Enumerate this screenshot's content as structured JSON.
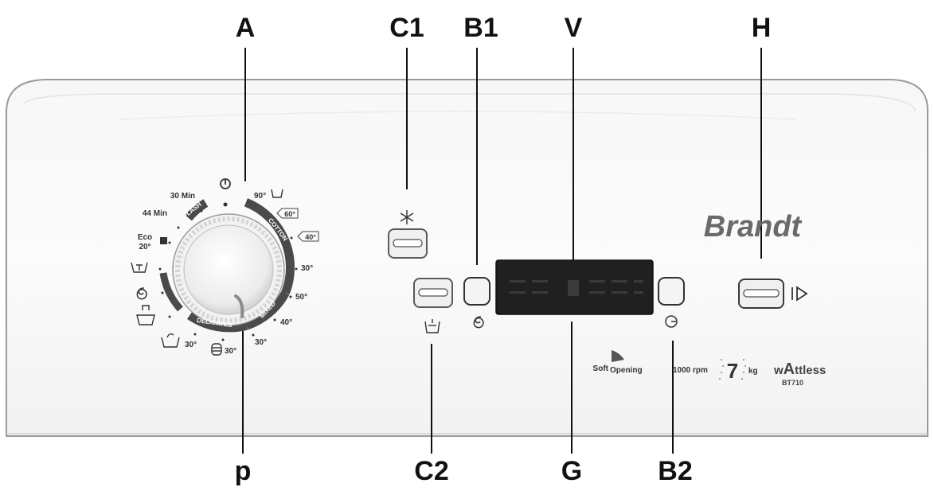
{
  "callouts": {
    "A": "A",
    "C1": "C1",
    "B1": "B1",
    "V": "V",
    "H": "H",
    "p": "p",
    "C2": "C2",
    "G": "G",
    "B2": "B2"
  },
  "dial": {
    "t_30min": "30 Min",
    "t_44min": "44 Min",
    "t_flash": "FLASH",
    "t_eco": "Eco",
    "t_20": "20°",
    "t_90": "90°",
    "t_60": "60°",
    "t_40a": "40°",
    "t_30a": "30°",
    "t_cotton": "COTTON",
    "t_50": "50°",
    "t_mixed": "MIXED",
    "t_40b": "40°",
    "t_30b": "30°",
    "t_delicates": "DELICATES",
    "t_30c": "30°",
    "t_30d": "30°"
  },
  "brand": {
    "logo": "Brandt",
    "soft": "Soft",
    "opening": "Opening",
    "rpm": "1000 rpm",
    "capacity": "7",
    "kg": "kg",
    "model_w": "w",
    "model_a": "A",
    "model_ttless": "ttless",
    "model_code": "BT710"
  },
  "icons": {
    "c1": "snowflake-icon",
    "c2": "prewash-tub-icon",
    "b1": "spin-spiral-icon",
    "b2": "delay-timer-icon",
    "h": "start-pause-icon"
  }
}
